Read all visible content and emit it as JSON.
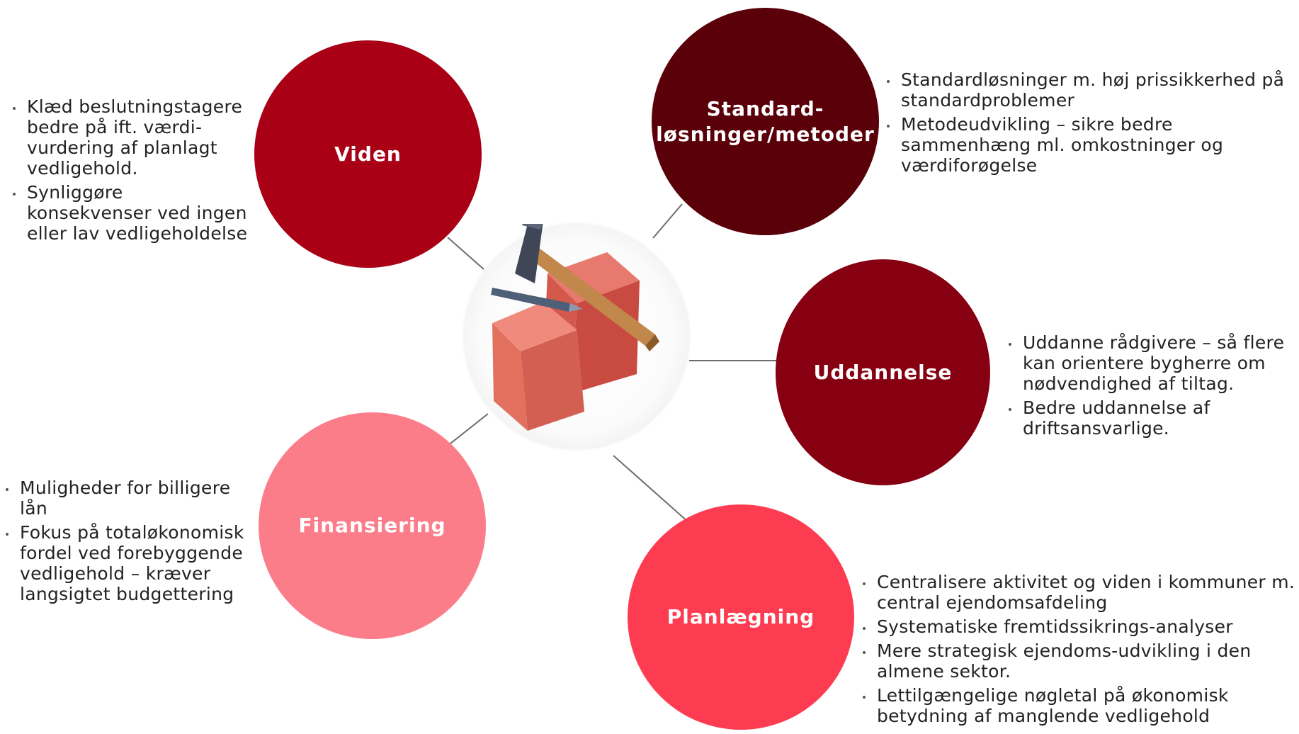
{
  "hub": {
    "image": "hammer-and-bricks-illustration"
  },
  "colors": {
    "viden": "#aa0016",
    "standard": "#5a0009",
    "uddannelse": "#860012",
    "finansiering": "#fc7d8a",
    "planlaegning": "#fd3c51",
    "connector": "#6d6d6d",
    "text": "#222222"
  },
  "nodes": {
    "viden": {
      "label": "Viden",
      "bullets": [
        "Klæd beslutningstagere bedre på ift. værdi-vurdering af planlagt vedligehold.",
        "Synliggøre konsekvenser ved ingen eller lav vedligeholdelse"
      ]
    },
    "standard": {
      "label": "Standard-løsninger/metoder",
      "bullets": [
        "Standardløsninger m. høj prissikkerhed på standardproblemer",
        "Metodeudvikling – sikre bedre sammenhæng ml. omkostninger og værdiforøgelse"
      ]
    },
    "uddannelse": {
      "label": "Uddannelse",
      "bullets": [
        "Uddanne rådgivere – så flere kan orientere bygherre om nødvendighed af tiltag.",
        "Bedre uddannelse af driftsansvarlige."
      ]
    },
    "finansiering": {
      "label": "Finansiering",
      "bullets": [
        "Muligheder for billigere lån",
        "Fokus på totaløkonomisk fordel ved forebyggende vedligehold – kræver langsigtet budgettering"
      ]
    },
    "planlaegning": {
      "label": "Planlægning",
      "bullets": [
        "Centralisere aktivitet og viden i kommuner m. central ejendomsafdeling",
        "Systematiske fremtidssikrings-analyser",
        "Mere strategisk ejendoms-udvikling i den almene sektor.",
        "Lettilgængelige nøgletal på økonomisk betydning af manglende vedligehold"
      ]
    }
  }
}
